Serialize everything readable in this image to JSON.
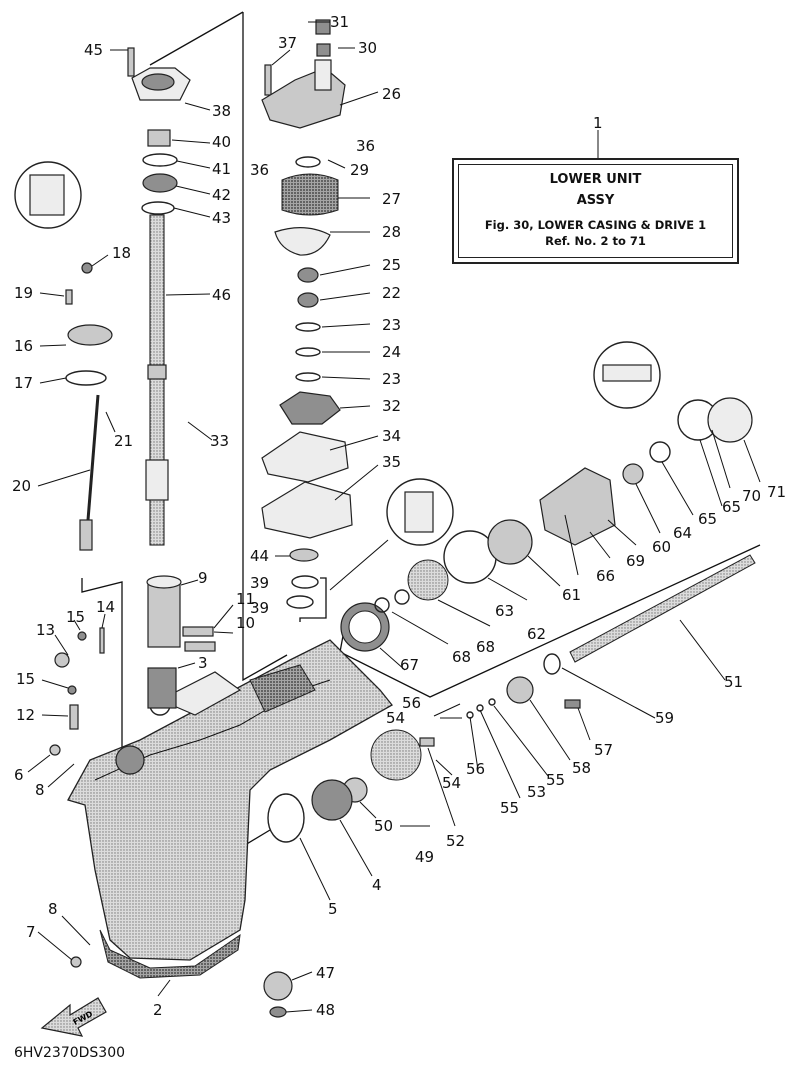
{
  "title_box": {
    "line1": "LOWER UNIT",
    "line2": "ASSY",
    "line3": "Fig. 30, LOWER CASING & DRIVE 1",
    "line4": "Ref. No. 2 to 71"
  },
  "diagram_code": "6HV2370DS300",
  "fwd_marker": "FWD",
  "callouts": [
    "1",
    "2",
    "3",
    "4",
    "5",
    "6",
    "7",
    "8",
    "8",
    "9",
    "10",
    "11",
    "12",
    "13",
    "14",
    "15",
    "15",
    "16",
    "17",
    "18",
    "19",
    "20",
    "21",
    "22",
    "23",
    "23",
    "24",
    "25",
    "26",
    "27",
    "28",
    "29",
    "30",
    "31",
    "32",
    "33",
    "34",
    "35",
    "36",
    "36",
    "37",
    "38",
    "39",
    "39",
    "40",
    "41",
    "42",
    "43",
    "44",
    "45",
    "46",
    "47",
    "48",
    "49",
    "50",
    "51",
    "52",
    "53",
    "54",
    "54",
    "55",
    "55",
    "56",
    "56",
    "57",
    "58",
    "59",
    "60",
    "61",
    "62",
    "63",
    "64",
    "65",
    "65",
    "66",
    "67",
    "68",
    "68",
    "69",
    "70",
    "71"
  ]
}
